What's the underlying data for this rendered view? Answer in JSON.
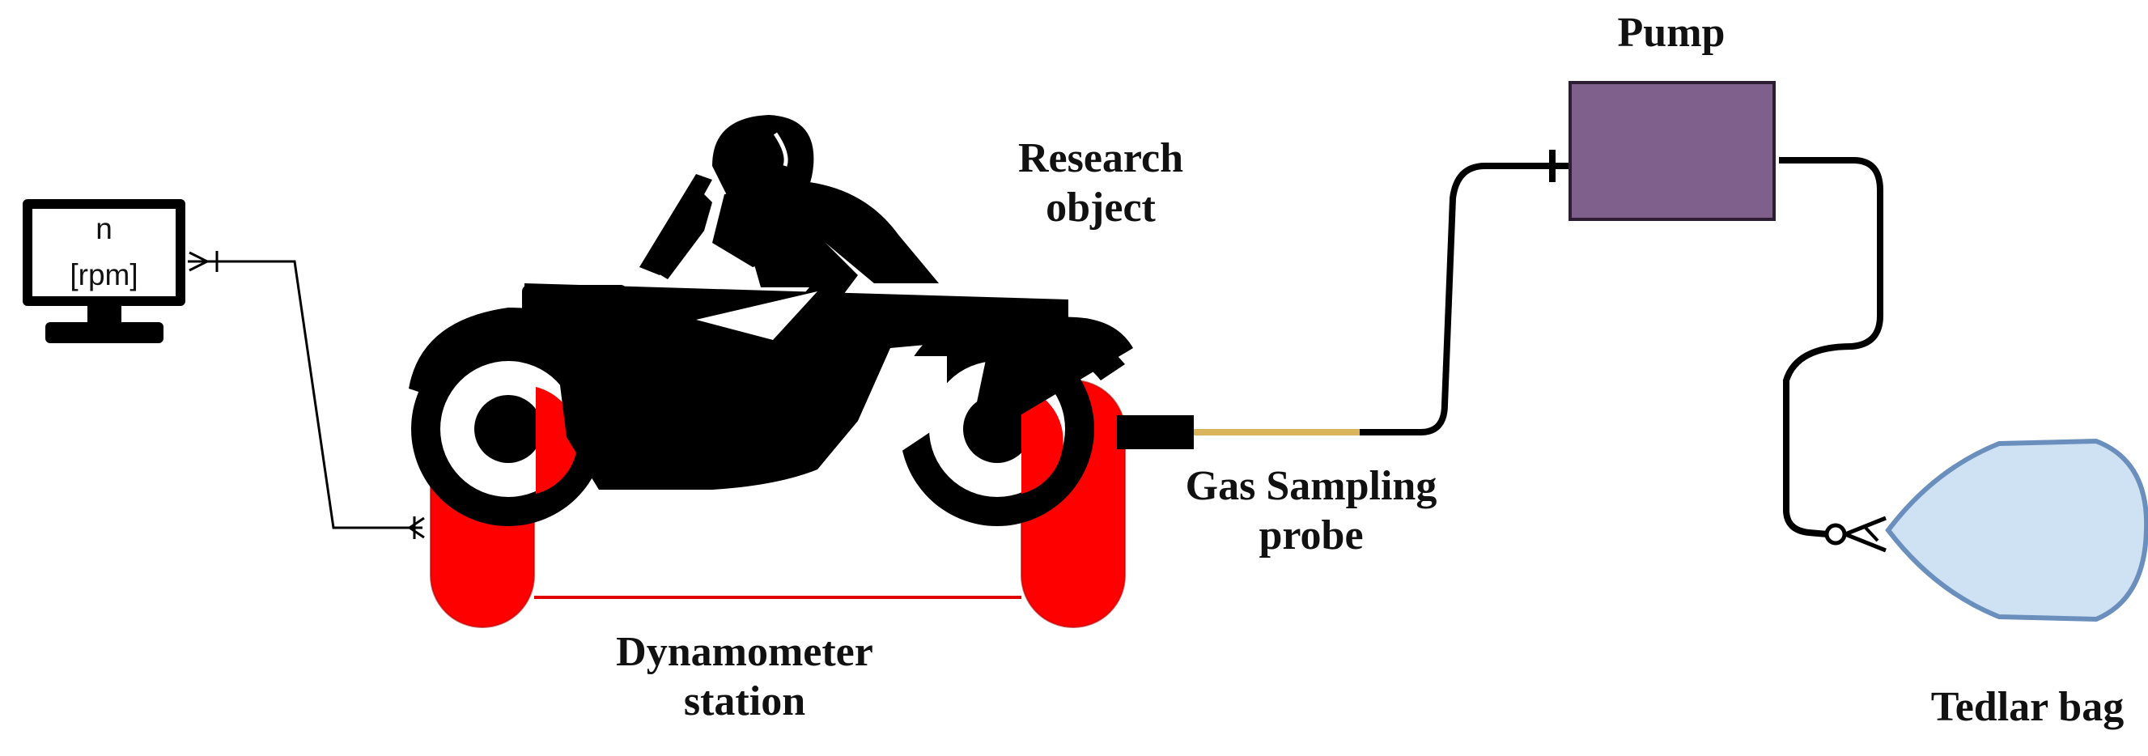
{
  "labels": {
    "pump": "Pump",
    "research_object_1": "Research",
    "research_object_2": "object",
    "probe_1": "Gas Sampling",
    "probe_2": "probe",
    "dyno_1": "Dynamometer",
    "dyno_2": "station",
    "tedlar_bag": "Tedlar bag"
  },
  "monitor": {
    "line1": "n",
    "line2": "[rpm]"
  },
  "colors": {
    "outline": "#000000",
    "roller_red": "#ff0000",
    "probe_tube": "#d9b45a",
    "pump_fill": "#7f5f8b",
    "bag_fill": "#cfe2f3",
    "bag_stroke": "#6b8fbd"
  },
  "icons": [
    "monitor-icon",
    "motorcycle-rider-icon",
    "roller-icon",
    "pump-box",
    "tedlar-bag-icon",
    "valve-icon"
  ]
}
